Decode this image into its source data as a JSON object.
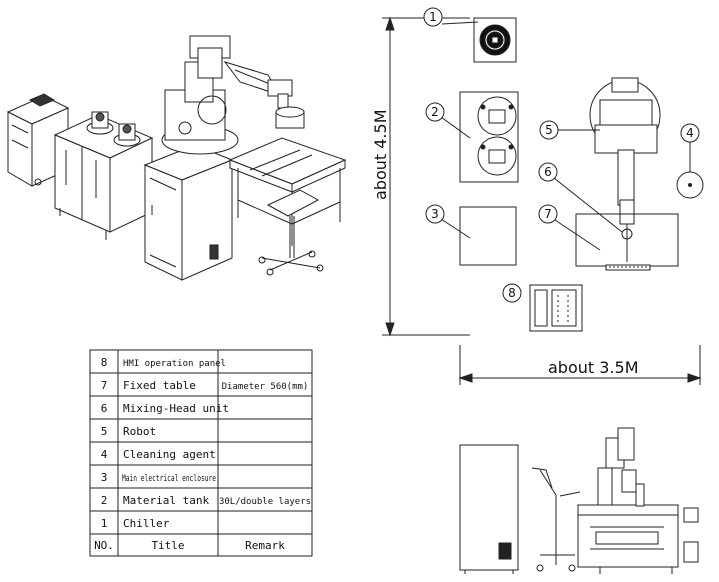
{
  "dimensions": {
    "height_label": "about  4.5M",
    "width_label": "about  3.5M"
  },
  "callouts": [
    "1",
    "2",
    "3",
    "4",
    "5",
    "6",
    "7",
    "8"
  ],
  "table": {
    "header": {
      "no": "NO.",
      "title": "Title",
      "remark": "Remark"
    },
    "rows": [
      {
        "no": "8",
        "title": "HMI operation panel",
        "remark": ""
      },
      {
        "no": "7",
        "title": "Fixed table",
        "remark": "Diameter 560(mm)"
      },
      {
        "no": "6",
        "title": "Mixing-Head unit",
        "remark": ""
      },
      {
        "no": "5",
        "title": "Robot",
        "remark": ""
      },
      {
        "no": "4",
        "title": "Cleaning agent",
        "remark": ""
      },
      {
        "no": "3",
        "title": "Main electrical enclosure",
        "remark": ""
      },
      {
        "no": "2",
        "title": "Material tank",
        "remark": "30L/double layers"
      },
      {
        "no": "1",
        "title": "Chiller",
        "remark": ""
      }
    ]
  }
}
